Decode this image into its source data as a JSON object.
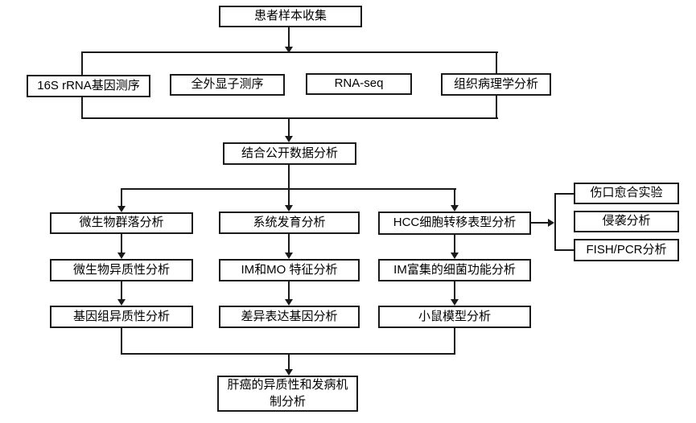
{
  "diagram": {
    "type": "flowchart",
    "colors": {
      "background": "#ffffff",
      "box_fill": "#ffffff",
      "box_border": "#1a1a1a",
      "line": "#1a1a1a",
      "text": "#000000"
    },
    "nodes": {
      "patient": {
        "label": "患者样本收集"
      },
      "seq16s": {
        "label": "16S rRNA基因测序"
      },
      "wes": {
        "label": "全外显子测序"
      },
      "rnaseq": {
        "label": "RNA-seq"
      },
      "histopath": {
        "label": "组织病理学分析"
      },
      "public_data": {
        "label": "结合公开数据分析"
      },
      "microbiome": {
        "label": "微生物群落分析"
      },
      "phylo": {
        "label": "系统发育分析"
      },
      "hcc": {
        "label": "HCC细胞转移表型分析"
      },
      "wound": {
        "label": "伤口愈合实验"
      },
      "invasion": {
        "label": "侵袭分析"
      },
      "fishpcr": {
        "label": "FISH/PCR分析"
      },
      "micro_het": {
        "label": "微生物异质性分析"
      },
      "im_mo": {
        "label": "IM和MO 特征分析"
      },
      "im_func": {
        "label": "IM富集的细菌功能分析"
      },
      "gen_het": {
        "label": "基因组异质性分析"
      },
      "deg": {
        "label": "差异表达基因分析"
      },
      "mouse": {
        "label": "小鼠模型分析"
      },
      "final": {
        "label": "肝癌的异质性和发病机制分析"
      }
    }
  }
}
